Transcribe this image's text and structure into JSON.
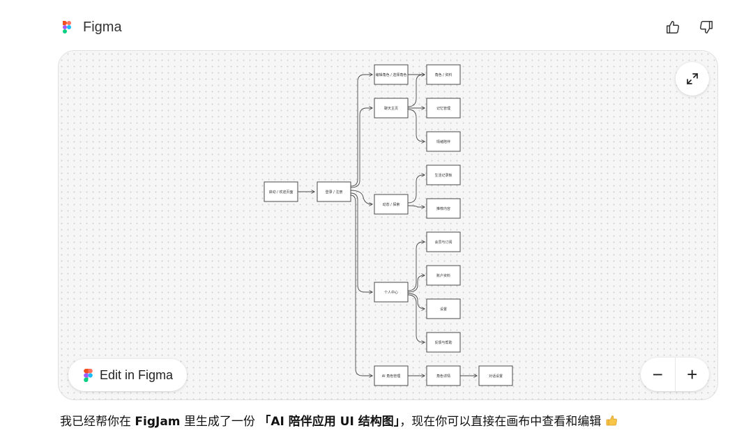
{
  "header": {
    "app_name": "Figma"
  },
  "feedback": {
    "like_icon": "thumbs-up-icon",
    "dislike_icon": "thumbs-down-icon"
  },
  "canvas": {
    "expand_icon": "expand-icon",
    "edit_button_label": "Edit in Figma",
    "zoom_out_label": "−",
    "zoom_in_label": "+"
  },
  "diagram": {
    "nodes": {
      "n1": "启动 / 欢迎页面",
      "n2": "登录 / 注册",
      "n3": "编辑角色 / 选择角色",
      "n4": "聊天主页",
      "n5": "角色 / 资料",
      "n6": "记忆管理",
      "n7": "情绪陪伴",
      "n8": "动态 / 探索",
      "n9": "生活记录板",
      "n10": "推荐内容",
      "n11": "个人中心",
      "n12": "会员与订阅",
      "n13": "账户资料",
      "n14": "设置",
      "n15": "反馈与帮助",
      "n16": "AI 角色管理",
      "n17": "角色详情",
      "n18": "对话设置"
    }
  },
  "message": {
    "part1": "我已经帮你在 ",
    "bold1": "FigJam",
    "part2": " 里生成了一份 ",
    "bold2": "「AI 陪伴应用 UI 结构图」",
    "part3": "，现在你可以直接在画布中查看和编辑"
  }
}
